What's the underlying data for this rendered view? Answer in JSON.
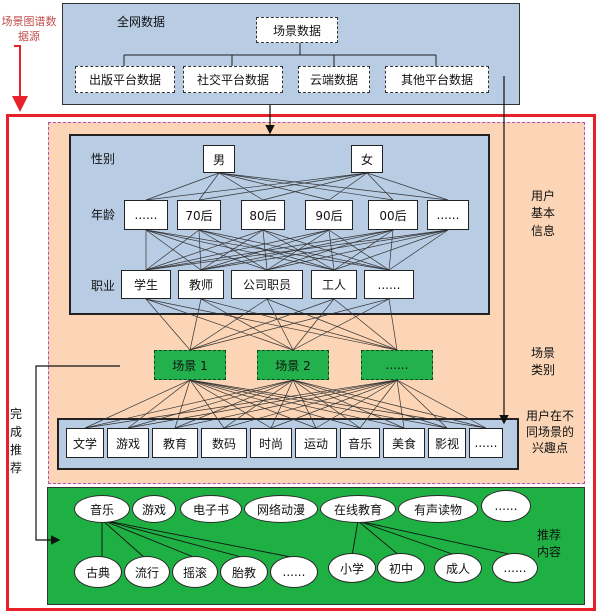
{
  "source_label": "场景图谱数据源",
  "top": {
    "title": "全网数据",
    "root": "场景数据",
    "sources": [
      "出版平台数据",
      "社交平台数据",
      "云端数据",
      "其他平台数据"
    ]
  },
  "profile": {
    "gender_label": "性别",
    "genders": [
      "男",
      "女"
    ],
    "age_label": "年龄",
    "ages": [
      "......",
      "70后",
      "80后",
      "90后",
      "00后",
      "......"
    ],
    "job_label": "职业",
    "jobs": [
      "学生",
      "教师",
      "公司职员",
      "工人",
      "......"
    ]
  },
  "side_labels": {
    "basic_info": "用户基本信息",
    "scene_type": "场景类别",
    "interest": "用户在不同场景的兴趣点",
    "recommend": "推荐内容"
  },
  "scenes": [
    "场景 1",
    "场景 2",
    "......"
  ],
  "interests": [
    "文学",
    "游戏",
    "教育",
    "数码",
    "时尚",
    "运动",
    "音乐",
    "美食",
    "影视",
    "......"
  ],
  "done_label": "完成推荐",
  "recommend": {
    "row1": [
      "音乐",
      "游戏",
      "电子书",
      "网络动漫",
      "在线教育",
      "有声读物",
      "......"
    ],
    "row2": [
      "古典",
      "流行",
      "摇滚",
      "胎教",
      "......",
      "小学",
      "初中",
      "成人",
      "......"
    ]
  }
}
